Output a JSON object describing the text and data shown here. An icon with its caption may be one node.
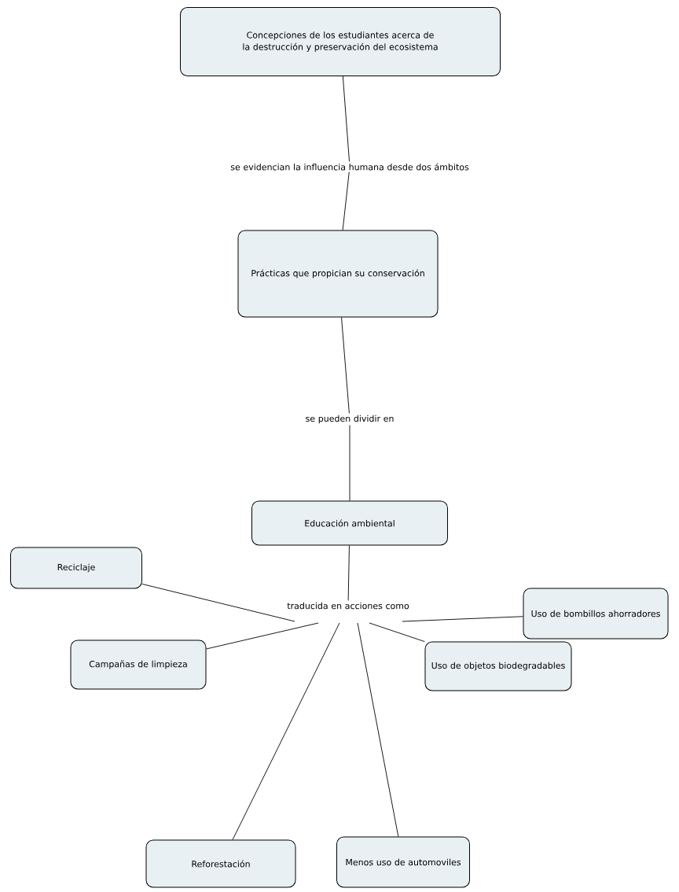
{
  "diagram": {
    "nodes": [
      {
        "text": [
          "Concepciones de los estudiantes acerca de la destrucción y preservación del ecosistema"
        ]
      },
      {
        "text": [
          "se evidencian la influencia humana desde dos ámbitos"
        ]
      },
      {
        "text": [
          "Prácticas que propician su conservación"
        ]
      },
      {
        "text": [
          "se pueden dividir en"
        ]
      },
      {
        "text": [
          "Educación ambiental"
        ]
      },
      {
        "text": [
          "traducida en acciones como"
        ]
      },
      {
        "text": [
          "Reciclaje"
        ]
      },
      {
        "text": [
          "Campañas de limpieza"
        ]
      },
      {
        "text": [
          "Reforestación"
        ]
      },
      {
        "text": [
          "Menos uso de automoviles"
        ]
      },
      {
        "text": [
          "Uso de objetos biodegradables"
        ]
      },
      {
        "text": [
          "Uso de bombillos ahorradores"
        ]
      }
    ],
    "edges": [
      {
        "from": 0,
        "to": 1,
        "arrow": "none"
      },
      {
        "from": 1,
        "to": 2,
        "arrow": "none"
      },
      {
        "from": 2,
        "to": 3,
        "arrow": "none"
      },
      {
        "from": 3,
        "to": 4,
        "arrow": "none"
      },
      {
        "from": 4,
        "to": 5,
        "arrow": "none"
      },
      {
        "from": 5,
        "to": 6,
        "arrow": "none"
      },
      {
        "from": 5,
        "to": 7,
        "arrow": "none"
      },
      {
        "from": 5,
        "to": 8,
        "arrow": "none"
      },
      {
        "from": 5,
        "to": 9,
        "arrow": "none"
      },
      {
        "from": 5,
        "to": 10,
        "arrow": "none"
      },
      {
        "from": 5,
        "to": 11,
        "arrow": "none"
      }
    ]
  }
}
